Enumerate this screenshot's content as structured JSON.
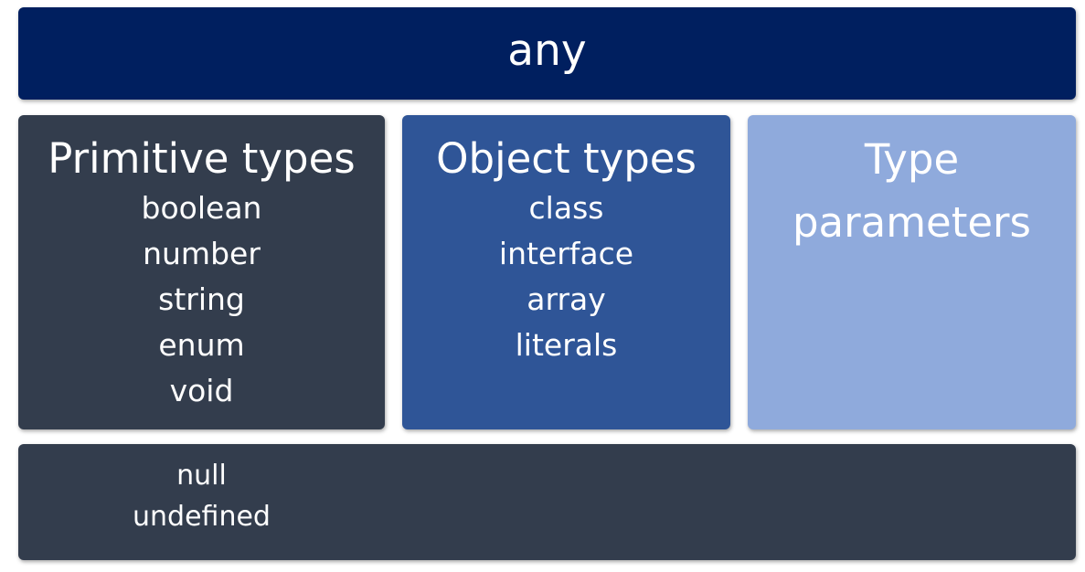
{
  "colors": {
    "any": "#001f5f",
    "primitive": "#333d4d",
    "object": "#2f5597",
    "type_parameters": "#8faadc",
    "null_undefined": "#333d4d",
    "text": "#ffffff"
  },
  "any": {
    "label": "any"
  },
  "primitive_types": {
    "heading": "Primitive types",
    "items": [
      "boolean",
      "number",
      "string",
      "enum",
      "void"
    ]
  },
  "object_types": {
    "heading": "Object types",
    "items": [
      "class",
      "interface",
      "array",
      "literals"
    ]
  },
  "type_parameters": {
    "heading": "Type parameters"
  },
  "bottom": {
    "items": [
      "null",
      "undefined"
    ]
  }
}
